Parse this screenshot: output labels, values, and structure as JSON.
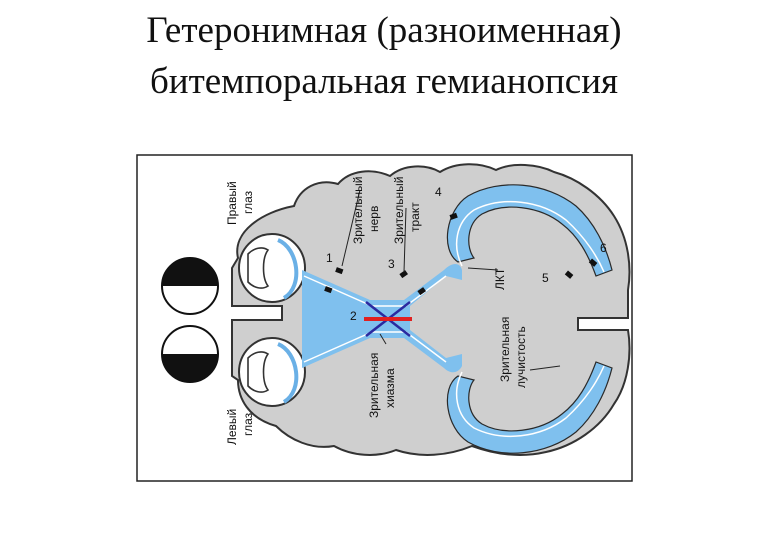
{
  "title": {
    "line1": "Гетеронимная (разноименная)",
    "line2": "битемпоральная гемианопсия"
  },
  "labels": {
    "right_eye_1": "Правый",
    "right_eye_2": "глаз",
    "left_eye_1": "Левый",
    "left_eye_2": "глаз",
    "optic_nerve_1": "Зрительный",
    "optic_nerve_2": "нерв",
    "optic_tract_1": "Зрительный",
    "optic_tract_2": "тракт",
    "chiasm_1": "Зрительная",
    "chiasm_2": "хиазма",
    "lgn": "ЛКТ",
    "radiation_1": "Зрительная",
    "radiation_2": "лучистость",
    "n1": "1",
    "n2": "2",
    "n3": "3",
    "n4": "4",
    "n5": "5",
    "n6": "6"
  },
  "colors": {
    "brain": "#cfcfcf",
    "pathway": "#7fc0ee",
    "lesion": "#e02020",
    "chiasm": "#2a2aa0"
  }
}
